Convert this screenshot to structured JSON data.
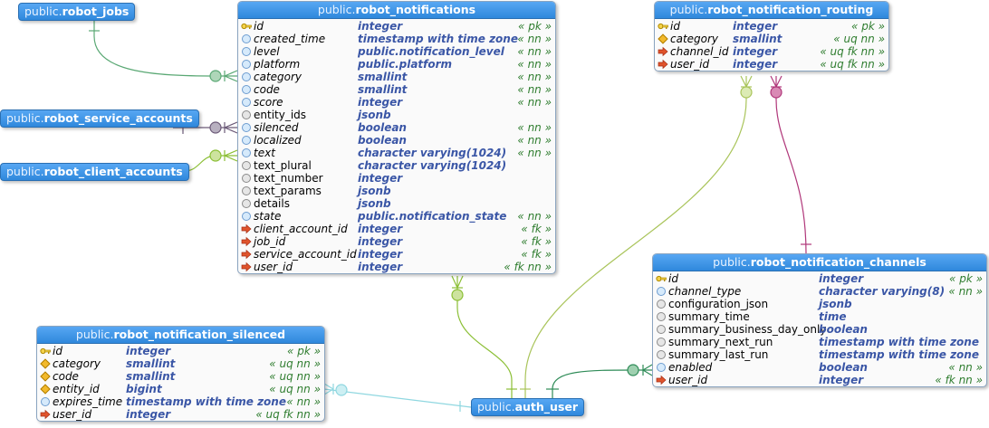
{
  "schema": "public.",
  "colors": {
    "header": "#2f88dc",
    "type": "#3a56a6",
    "constraint": "#2f7d2f",
    "link_green": "#5aa874",
    "link_purple": "#6c5a78",
    "link_lime": "#8bbf35",
    "link_olive": "#a9c45a",
    "link_magenta": "#b0377a",
    "link_cyan": "#8fd7e0",
    "link_dark_green": "#2e8b57"
  },
  "lone_tables": {
    "robot_jobs": "robot_jobs",
    "robot_service_accounts": "robot_service_accounts",
    "robot_client_accounts": "robot_client_accounts",
    "auth_user": "auth_user"
  },
  "tables": {
    "notifications": {
      "name": "robot_notifications",
      "columns": [
        {
          "icon": "pk-key-icon",
          "name": "id",
          "type": "integer",
          "c": "« pk »"
        },
        {
          "icon": "not-null-icon",
          "name": "created_time",
          "type": "timestamp with time zone",
          "c": "« nn »"
        },
        {
          "icon": "not-null-icon",
          "name": "level",
          "type": "public.notification_level",
          "c": "« nn »"
        },
        {
          "icon": "not-null-icon",
          "name": "platform",
          "type": "public.platform",
          "c": "« nn »"
        },
        {
          "icon": "not-null-icon",
          "name": "category",
          "type": "smallint",
          "c": "« nn »"
        },
        {
          "icon": "not-null-icon",
          "name": "code",
          "type": "smallint",
          "c": "« nn »"
        },
        {
          "icon": "not-null-icon",
          "name": "score",
          "type": "integer",
          "c": "« nn »"
        },
        {
          "icon": "nullable-icon",
          "name": "entity_ids",
          "type": "jsonb",
          "c": ""
        },
        {
          "icon": "not-null-icon",
          "name": "silenced",
          "type": "boolean",
          "c": "« nn »"
        },
        {
          "icon": "not-null-icon",
          "name": "localized",
          "type": "boolean",
          "c": "« nn »"
        },
        {
          "icon": "not-null-icon",
          "name": "text",
          "type": "character varying(1024)",
          "c": "« nn »"
        },
        {
          "icon": "nullable-icon",
          "name": "text_plural",
          "type": "character varying(1024)",
          "c": ""
        },
        {
          "icon": "nullable-icon",
          "name": "text_number",
          "type": "integer",
          "c": ""
        },
        {
          "icon": "nullable-icon",
          "name": "text_params",
          "type": "jsonb",
          "c": ""
        },
        {
          "icon": "nullable-icon",
          "name": "details",
          "type": "jsonb",
          "c": ""
        },
        {
          "icon": "not-null-icon",
          "name": "state",
          "type": "public.notification_state",
          "c": "« nn »"
        },
        {
          "icon": "fk-arrow-icon",
          "name": "client_account_id",
          "type": "integer",
          "c": "« fk »"
        },
        {
          "icon": "fk-arrow-icon",
          "name": "job_id",
          "type": "integer",
          "c": "« fk »"
        },
        {
          "icon": "fk-arrow-icon",
          "name": "service_account_id",
          "type": "integer",
          "c": "« fk »"
        },
        {
          "icon": "fk-arrow-icon",
          "name": "user_id",
          "type": "integer",
          "c": "« fk nn »"
        }
      ]
    },
    "routing": {
      "name": "robot_notification_routing",
      "columns": [
        {
          "icon": "pk-key-icon",
          "name": "id",
          "type": "integer",
          "c": "« pk »"
        },
        {
          "icon": "unique-icon",
          "name": "category",
          "type": "smallint",
          "c": "« uq nn »"
        },
        {
          "icon": "fk-arrow-icon",
          "name": "channel_id",
          "type": "integer",
          "c": "« uq fk nn »"
        },
        {
          "icon": "fk-arrow-icon",
          "name": "user_id",
          "type": "integer",
          "c": "« uq fk nn »"
        }
      ]
    },
    "channels": {
      "name": "robot_notification_channels",
      "columns": [
        {
          "icon": "pk-key-icon",
          "name": "id",
          "type": "integer",
          "c": "« pk »"
        },
        {
          "icon": "not-null-icon",
          "name": "channel_type",
          "type": "character varying(8)",
          "c": "« nn »"
        },
        {
          "icon": "nullable-icon",
          "name": "configuration_json",
          "type": "jsonb",
          "c": ""
        },
        {
          "icon": "nullable-icon",
          "name": "summary_time",
          "type": "time",
          "c": ""
        },
        {
          "icon": "nullable-icon",
          "name": "summary_business_day_only",
          "type": "boolean",
          "c": ""
        },
        {
          "icon": "nullable-icon",
          "name": "summary_next_run",
          "type": "timestamp with time zone",
          "c": ""
        },
        {
          "icon": "nullable-icon",
          "name": "summary_last_run",
          "type": "timestamp with time zone",
          "c": ""
        },
        {
          "icon": "not-null-icon",
          "name": "enabled",
          "type": "boolean",
          "c": "« nn »"
        },
        {
          "icon": "fk-arrow-icon",
          "name": "user_id",
          "type": "integer",
          "c": "« fk nn »"
        }
      ]
    },
    "silenced": {
      "name": "robot_notification_silenced",
      "columns": [
        {
          "icon": "pk-key-icon",
          "name": "id",
          "type": "integer",
          "c": "« pk »"
        },
        {
          "icon": "unique-icon",
          "name": "category",
          "type": "smallint",
          "c": "« uq nn »"
        },
        {
          "icon": "unique-icon",
          "name": "code",
          "type": "smallint",
          "c": "« uq nn »"
        },
        {
          "icon": "unique-icon",
          "name": "entity_id",
          "type": "bigint",
          "c": "« uq nn »"
        },
        {
          "icon": "not-null-icon",
          "name": "expires_time",
          "type": "timestamp with time zone",
          "c": "« nn »"
        },
        {
          "icon": "fk-arrow-icon",
          "name": "user_id",
          "type": "integer",
          "c": "« uq fk nn »"
        }
      ]
    }
  }
}
